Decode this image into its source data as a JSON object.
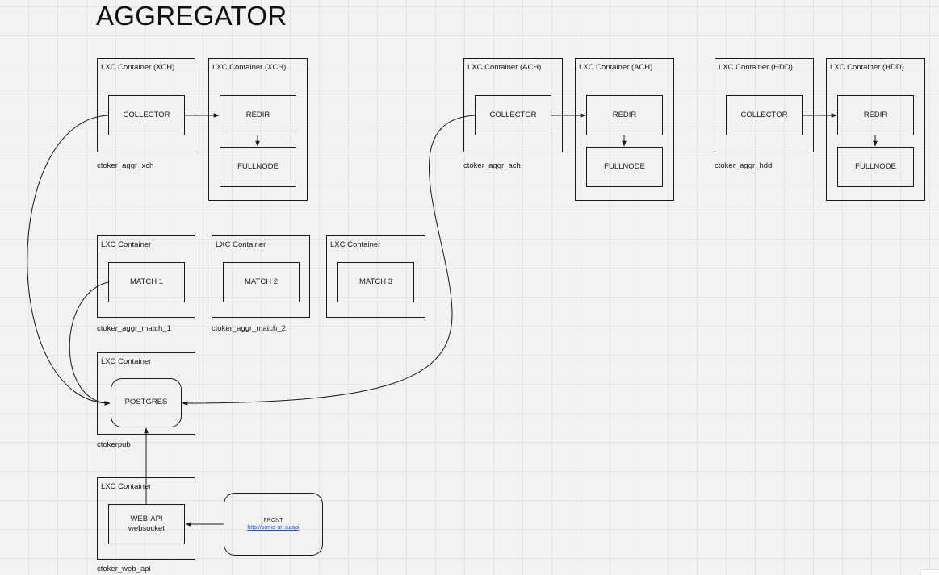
{
  "title": "AGGREGATOR",
  "xch": {
    "container_a": "LXC Container (XCH)",
    "container_b": "LXC Container (XCH)",
    "collector": "COLLECTOR",
    "redir": "REDIR",
    "fullnode": "FULLNODE",
    "caption": "ctoker_aggr_xch"
  },
  "ach": {
    "container_a": "LXC Container (ACH)",
    "container_b": "LXC Container (ACH)",
    "collector": "COLLECTOR",
    "redir": "REDIR",
    "fullnode": "FULLNODE",
    "caption": "ctoker_aggr_ach"
  },
  "hdd": {
    "container_a": "LXC Container (HDD)",
    "container_b": "LXC Container (HDD)",
    "collector": "COLLECTOR",
    "redir": "REDIR",
    "fullnode": "FULLNODE",
    "caption": "ctoker_aggr_hdd"
  },
  "match": {
    "container_1": "LXC Container",
    "container_2": "LXC Container",
    "container_3": "LXC Container",
    "node_1": "MATCH 1",
    "node_2": "MATCH 2",
    "node_3": "MATCH 3",
    "caption_1": "ctoker_aggr_match_1",
    "caption_2": "ctoker_aggr_match_2"
  },
  "pub": {
    "container": "LXC Container",
    "postgres": "POSTGRES",
    "caption": "ctokerpub"
  },
  "webapi": {
    "container": "LXC Container",
    "line1": "WEB-API",
    "line2": "websocket",
    "caption": "ctoker_web_api"
  },
  "front": {
    "label": "FRONT",
    "link": "http://some-url.ru/api"
  }
}
